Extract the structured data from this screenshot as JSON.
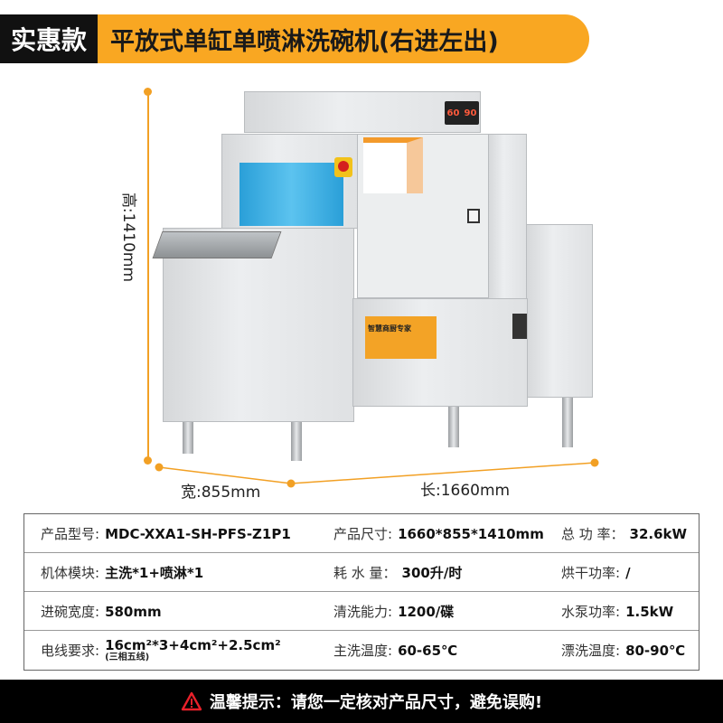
{
  "header": {
    "badge": "实惠款",
    "title": "平放式单缸单喷淋洗碗机(右进左出)"
  },
  "machine": {
    "display_left": "60",
    "display_right": "90",
    "sticker_text": "智慧商厨专家"
  },
  "dimensions": {
    "height": "高:1410mm",
    "width": "宽:855mm",
    "length": "长:1660mm"
  },
  "specs": [
    [
      {
        "label": "产品型号:",
        "value": "MDC-XXA1-SH-PFS-Z1P1"
      },
      {
        "label": "产品尺寸:",
        "value": "1660*855*1410mm"
      },
      {
        "label": "总 功 率：",
        "value": "32.6kW"
      }
    ],
    [
      {
        "label": "机体模块:",
        "value": "主洗*1+喷淋*1"
      },
      {
        "label": "耗 水 量：",
        "value": "300升/时"
      },
      {
        "label": "烘干功率:",
        "value": "/"
      }
    ],
    [
      {
        "label": "进碗宽度:",
        "value": "580mm"
      },
      {
        "label": "清洗能力:",
        "value": "1200/碟"
      },
      {
        "label": "水泵功率:",
        "value": "1.5kW"
      }
    ],
    [
      {
        "label": "电线要求:",
        "value": "16cm²*3+4cm²+2.5cm²",
        "note": "(三相五线)"
      },
      {
        "label": "主洗温度:",
        "value": "60-65℃"
      },
      {
        "label": "漂洗温度:",
        "value": "80-90℃"
      }
    ]
  ],
  "footer": {
    "icon": "warning-triangle-icon",
    "label": "温馨提示：",
    "text": "请您一定核对产品尺寸，避免误购!"
  },
  "colors": {
    "accent": "#f9a722",
    "badge": "#111111",
    "warning": "#e8202a"
  }
}
